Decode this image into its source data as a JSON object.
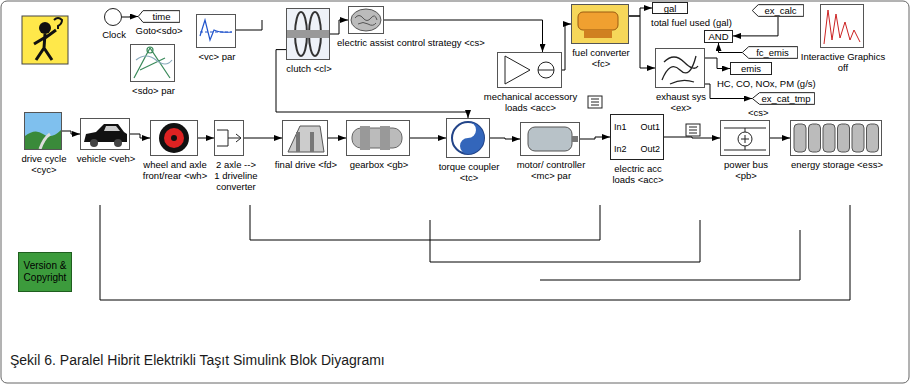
{
  "diagram": {
    "caption": "Şekil 6. Paralel Hibrit Elektrikli Taşıt Simulink Blok Diyagramı",
    "nodes": [
      {
        "text": [
          "Clock"
        ]
      },
      {
        "text": [
          "time",
          "Goto<sdo>"
        ]
      },
      {
        "text": [
          "<sdo> par"
        ]
      },
      {
        "text": [
          "<vc> par"
        ]
      },
      {
        "text": [
          "clutch <cl>"
        ]
      },
      {
        "text": [
          "electric assist control strategy <cs>"
        ]
      },
      {
        "text": [
          "mechanical accessory loads <acc>"
        ]
      },
      {
        "text": [
          "fuel converter <fc>"
        ]
      },
      {
        "text": [
          "gal",
          "total fuel used (gal)"
        ]
      },
      {
        "text": [
          "ex_calc"
        ]
      },
      {
        "text": [
          "AND"
        ]
      },
      {
        "text": [
          "fc_emis"
        ]
      },
      {
        "text": [
          "emis",
          "HC, CO, NOx, PM (g/s)"
        ]
      },
      {
        "text": [
          "exhaust sys <ex>"
        ]
      },
      {
        "text": [
          "ex_cat_tmp",
          "<cs>"
        ]
      },
      {
        "text": [
          "Interactive Graphics off"
        ]
      },
      {
        "text": [
          "drive cycle <cyc>"
        ]
      },
      {
        "text": [
          "vehicle <veh>"
        ]
      },
      {
        "text": [
          "wheel and axle front/rear <wh>"
        ]
      },
      {
        "text": [
          "2 axle --> 1 driveline converter"
        ]
      },
      {
        "text": [
          "final drive <fd>"
        ]
      },
      {
        "text": [
          "gearbox <gb>"
        ]
      },
      {
        "text": [
          "torque coupler <tc>"
        ]
      },
      {
        "text": [
          "motor/ controller <mc> par"
        ]
      },
      {
        "text": [
          "In1",
          "In2",
          "Out1",
          "Out2",
          "electric acc loads <acc>"
        ]
      },
      {
        "text": [
          "power bus <pb>"
        ]
      },
      {
        "text": [
          "energy storage <ess>"
        ]
      },
      {
        "text": [
          "Version & Copyright"
        ]
      }
    ],
    "edges": [
      {
        "from": 0,
        "to": 1,
        "arrow": "to"
      },
      {
        "from": 16,
        "to": 17,
        "arrow": "to"
      },
      {
        "from": 17,
        "to": 18,
        "arrow": "to"
      },
      {
        "from": 18,
        "to": 19,
        "arrow": "to"
      },
      {
        "from": 19,
        "to": 20,
        "arrow": "to"
      },
      {
        "from": 20,
        "to": 21,
        "arrow": "to"
      },
      {
        "from": 21,
        "to": 22,
        "arrow": "to"
      },
      {
        "from": 22,
        "to": 23,
        "arrow": "to"
      },
      {
        "from": 23,
        "to": 24,
        "arrow": "to"
      },
      {
        "from": 24,
        "to": 25,
        "arrow": "to"
      },
      {
        "from": 25,
        "to": 26,
        "arrow": "to"
      },
      {
        "from": 4,
        "to": 5,
        "arrow": "to"
      },
      {
        "from": 5,
        "to": 6,
        "arrow": "to"
      },
      {
        "from": 6,
        "to": 7,
        "arrow": "to"
      },
      {
        "from": 7,
        "to": 8,
        "arrow": "to"
      },
      {
        "from": 7,
        "to": 13,
        "arrow": "to"
      },
      {
        "from": 9,
        "to": 10,
        "arrow": "to"
      },
      {
        "from": 11,
        "to": 10,
        "arrow": "to"
      },
      {
        "from": 13,
        "to": 12,
        "arrow": "to"
      },
      {
        "from": 13,
        "to": 14,
        "arrow": "to"
      },
      {
        "from": 4,
        "to": 22,
        "arrow": "to"
      }
    ]
  }
}
